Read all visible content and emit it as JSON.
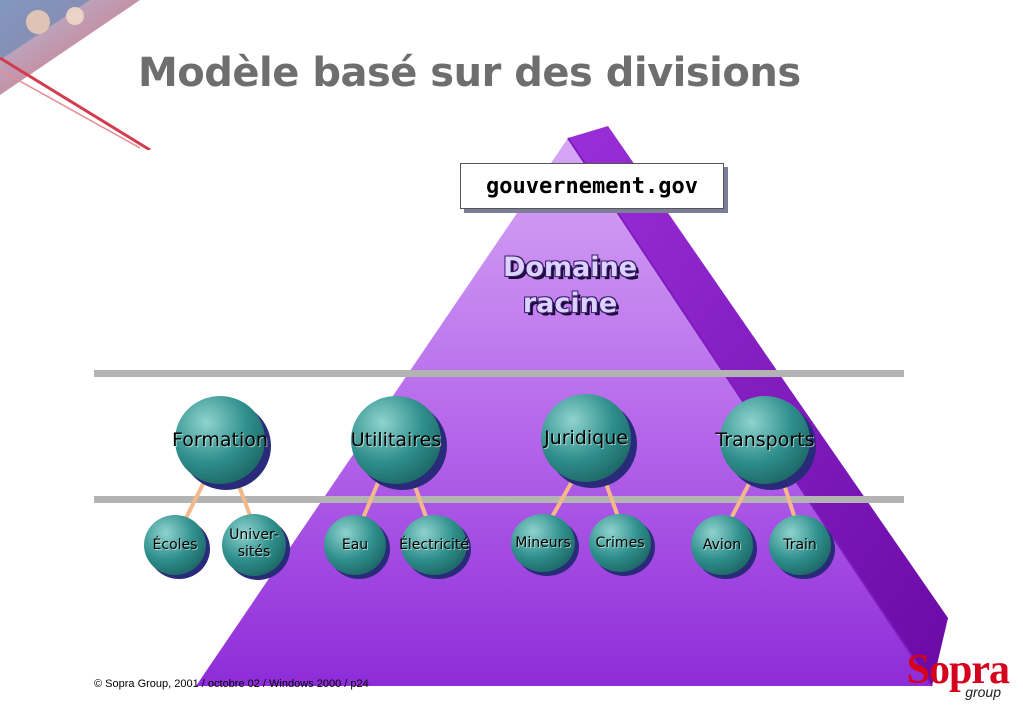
{
  "slide": {
    "title": "Modèle basé sur des divisions",
    "root_domain": "gouvernement.gov",
    "root_label_line1": "Domaine",
    "root_label_line2": "racine",
    "footer": "© Sopra Group, 2001 / octobre 02 / Windows 2000 / p24",
    "logo_text": "Sopra",
    "logo_sub": "group"
  },
  "divisions": [
    {
      "label": "Formation",
      "children": [
        {
          "label": "Écoles"
        },
        {
          "label_line1": "Univer-",
          "label_line2": "sités"
        }
      ]
    },
    {
      "label": "Utilitaires",
      "children": [
        {
          "label": "Eau"
        },
        {
          "label": "Électricité"
        }
      ]
    },
    {
      "label": "Juridique",
      "children": [
        {
          "label": "Mineurs"
        },
        {
          "label": "Crimes"
        }
      ]
    },
    {
      "label": "Transports",
      "children": [
        {
          "label": "Avion"
        },
        {
          "label": "Train"
        }
      ]
    }
  ],
  "colors": {
    "pyramid_front_top": "#d7a8f5",
    "pyramid_front_bottom": "#8e2cd8",
    "pyramid_side": "#7a12b4",
    "node_fill": "#2f8f8c",
    "node_highlight": "#8fd3cf",
    "node_shadow": "#2a2a7a",
    "connector": "#f3b98a",
    "divider": "#b3b3b3",
    "title": "#6e6e6e",
    "logo_red": "#d4021d"
  }
}
